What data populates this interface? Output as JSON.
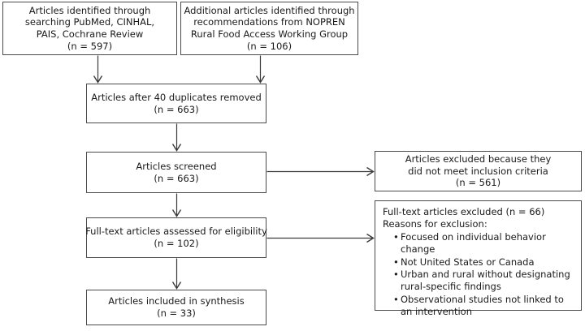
{
  "diagram": {
    "type": "prisma-flow-diagram",
    "accent_border_color": "#4a4a4a",
    "text_color": "#1a1a1a",
    "background_color": "#ffffff",
    "nodes": {
      "identified_db": {
        "lines": [
          "Articles identified through",
          "searching PubMed, CINHAL,",
          "PAIS, Cochrane Review",
          "(n = 597)"
        ],
        "count": 597
      },
      "identified_recommendations": {
        "lines": [
          "Additional articles identified through",
          "recommendations from NOPREN",
          "Rural Food Access Working Group",
          "(n = 106)"
        ],
        "count": 106
      },
      "duplicates_removed": {
        "lines": [
          "Articles after 40 duplicates removed",
          "(n = 663)"
        ],
        "duplicates": 40,
        "count": 663
      },
      "screened": {
        "lines": [
          "Articles screened",
          "(n = 663)"
        ],
        "count": 663
      },
      "excluded_screening": {
        "lines": [
          "Articles excluded because they",
          "did not meet inclusion criteria",
          "(n = 561)"
        ],
        "count": 561
      },
      "eligibility": {
        "lines": [
          "Full-text articles assessed for eligibility",
          "(n = 102)"
        ],
        "count": 102
      },
      "excluded_fulltext": {
        "header": "Full-text articles excluded (n = 66)",
        "subheader": "Reasons for exclusion:",
        "count": 66,
        "reasons": [
          {
            "line1": "Focused on individual behavior change",
            "line2": ""
          },
          {
            "line1": "Not United States or Canada",
            "line2": ""
          },
          {
            "line1": "Urban and rural without designating",
            "line2": "rural-specific findings"
          },
          {
            "line1": "Observational studies not linked to",
            "line2": "an intervention"
          }
        ]
      },
      "included": {
        "lines": [
          "Articles included in synthesis",
          "(n = 33)"
        ],
        "count": 33
      }
    }
  }
}
